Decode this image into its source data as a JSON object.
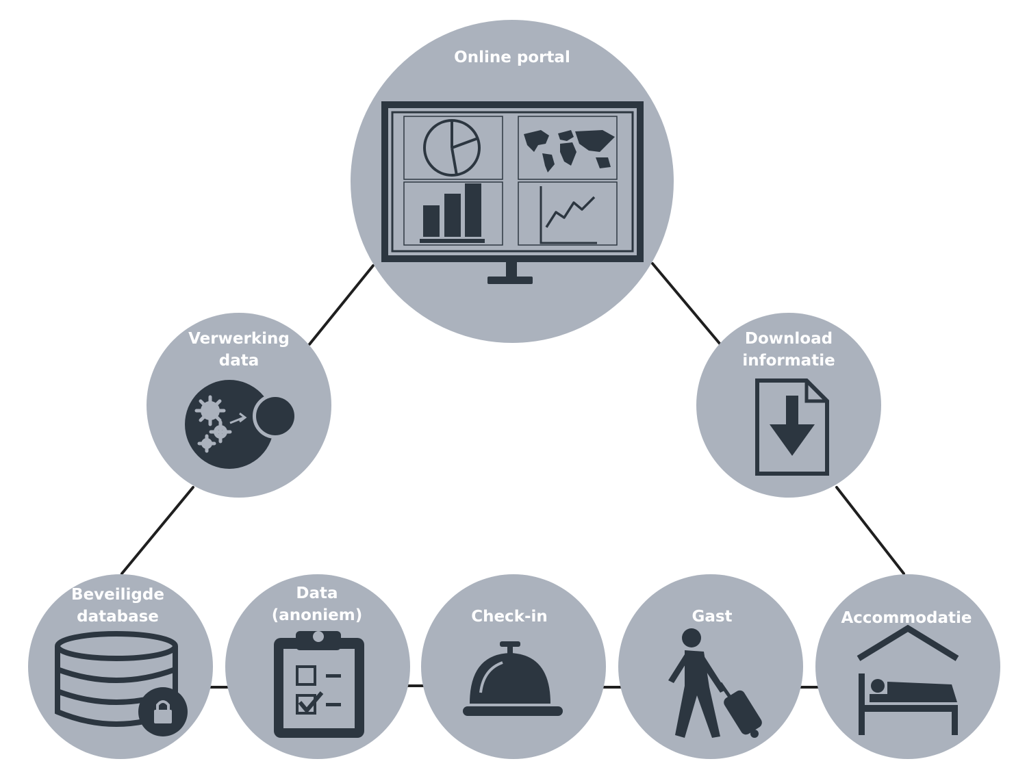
{
  "colors": {
    "node_fill": "#abb2bd",
    "icon_ink": "#2c3640",
    "label_text": "#ffffff",
    "connector": "#1f1f1f"
  },
  "nodes": {
    "online_portal": {
      "label": "Online portal",
      "icon": "monitor-dashboard-icon"
    },
    "verwerking_data": {
      "label_line1": "Verwerking",
      "label_line2": "data",
      "icon": "gears-processing-icon"
    },
    "download_informatie": {
      "label_line1": "Download",
      "label_line2": "informatie",
      "icon": "download-document-icon"
    },
    "beveiligde_database": {
      "label_line1": "Beveiligde",
      "label_line2": "database",
      "icon": "locked-database-icon"
    },
    "data_anoniem": {
      "label_line1": "Data",
      "label_line2": "(anoniem)",
      "icon": "clipboard-checklist-icon"
    },
    "check_in": {
      "label": "Check-in",
      "icon": "service-bell-icon"
    },
    "gast": {
      "label": "Gast",
      "icon": "traveler-luggage-icon"
    },
    "accommodatie": {
      "label": "Accommodatie",
      "icon": "bed-house-icon"
    }
  }
}
